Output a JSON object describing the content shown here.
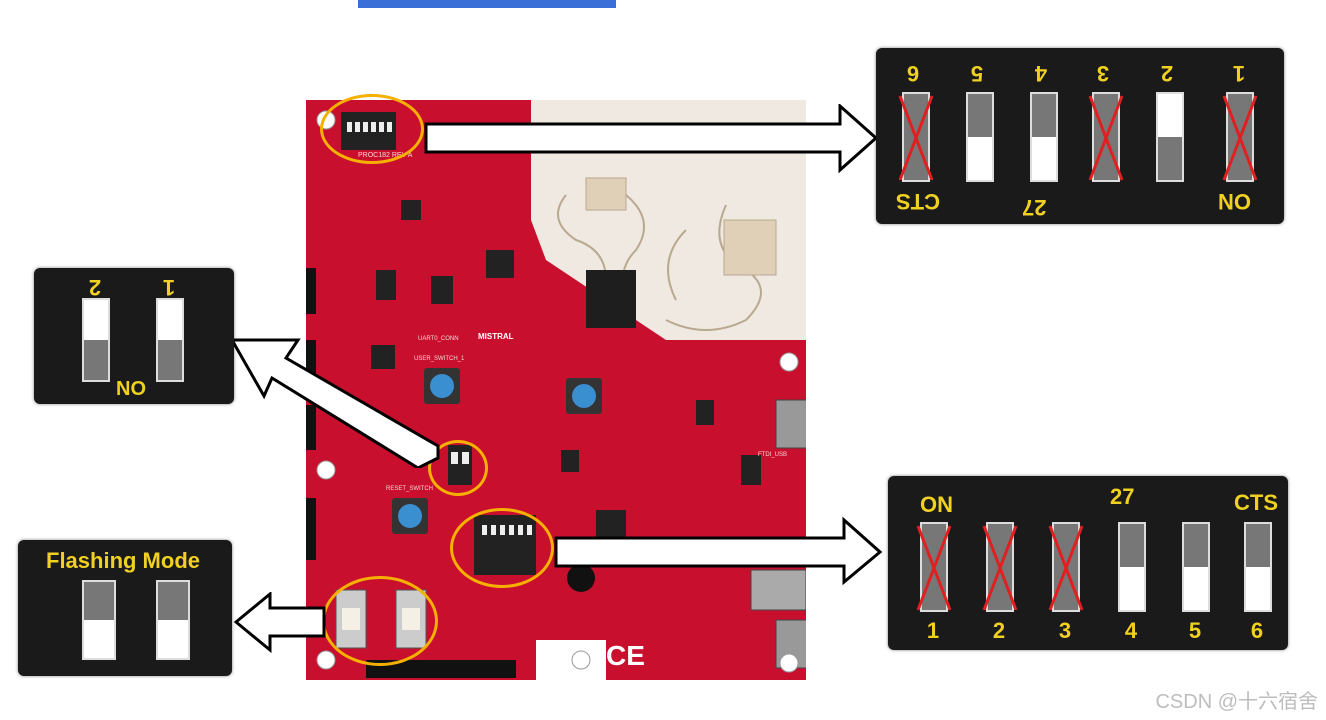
{
  "top_right_panel": {
    "numbers": [
      "6",
      "5",
      "4",
      "3",
      "2",
      "1"
    ],
    "labels": {
      "left": "CTS",
      "middle": "27",
      "right": "ON"
    }
  },
  "middle_right_panel": {
    "numbers": [
      "1",
      "2",
      "3",
      "4",
      "5",
      "6"
    ],
    "labels": {
      "left": "ON",
      "middle": "27",
      "right": "CTS"
    }
  },
  "left_panel": {
    "numbers": [
      "2",
      "1"
    ],
    "label": "NO"
  },
  "flashing_panel": {
    "title": "Flashing Mode"
  },
  "board": {
    "label": "PROC182 REV A",
    "brand": "MISTRAL",
    "conn_label": "UART0_CONN",
    "reset_label": "RESET_SWITCH",
    "user_label": "USER_SWITCH_1",
    "ftdi_label": "FTDI_USB",
    "ce_mark": "CE"
  },
  "watermark": "CSDN @十六宿舍",
  "colors": {
    "pcb_red": "#c8102e",
    "highlight_ring": "#f5b000",
    "panel_bg": "#1a1a1a",
    "label_yellow": "#f0d020"
  }
}
